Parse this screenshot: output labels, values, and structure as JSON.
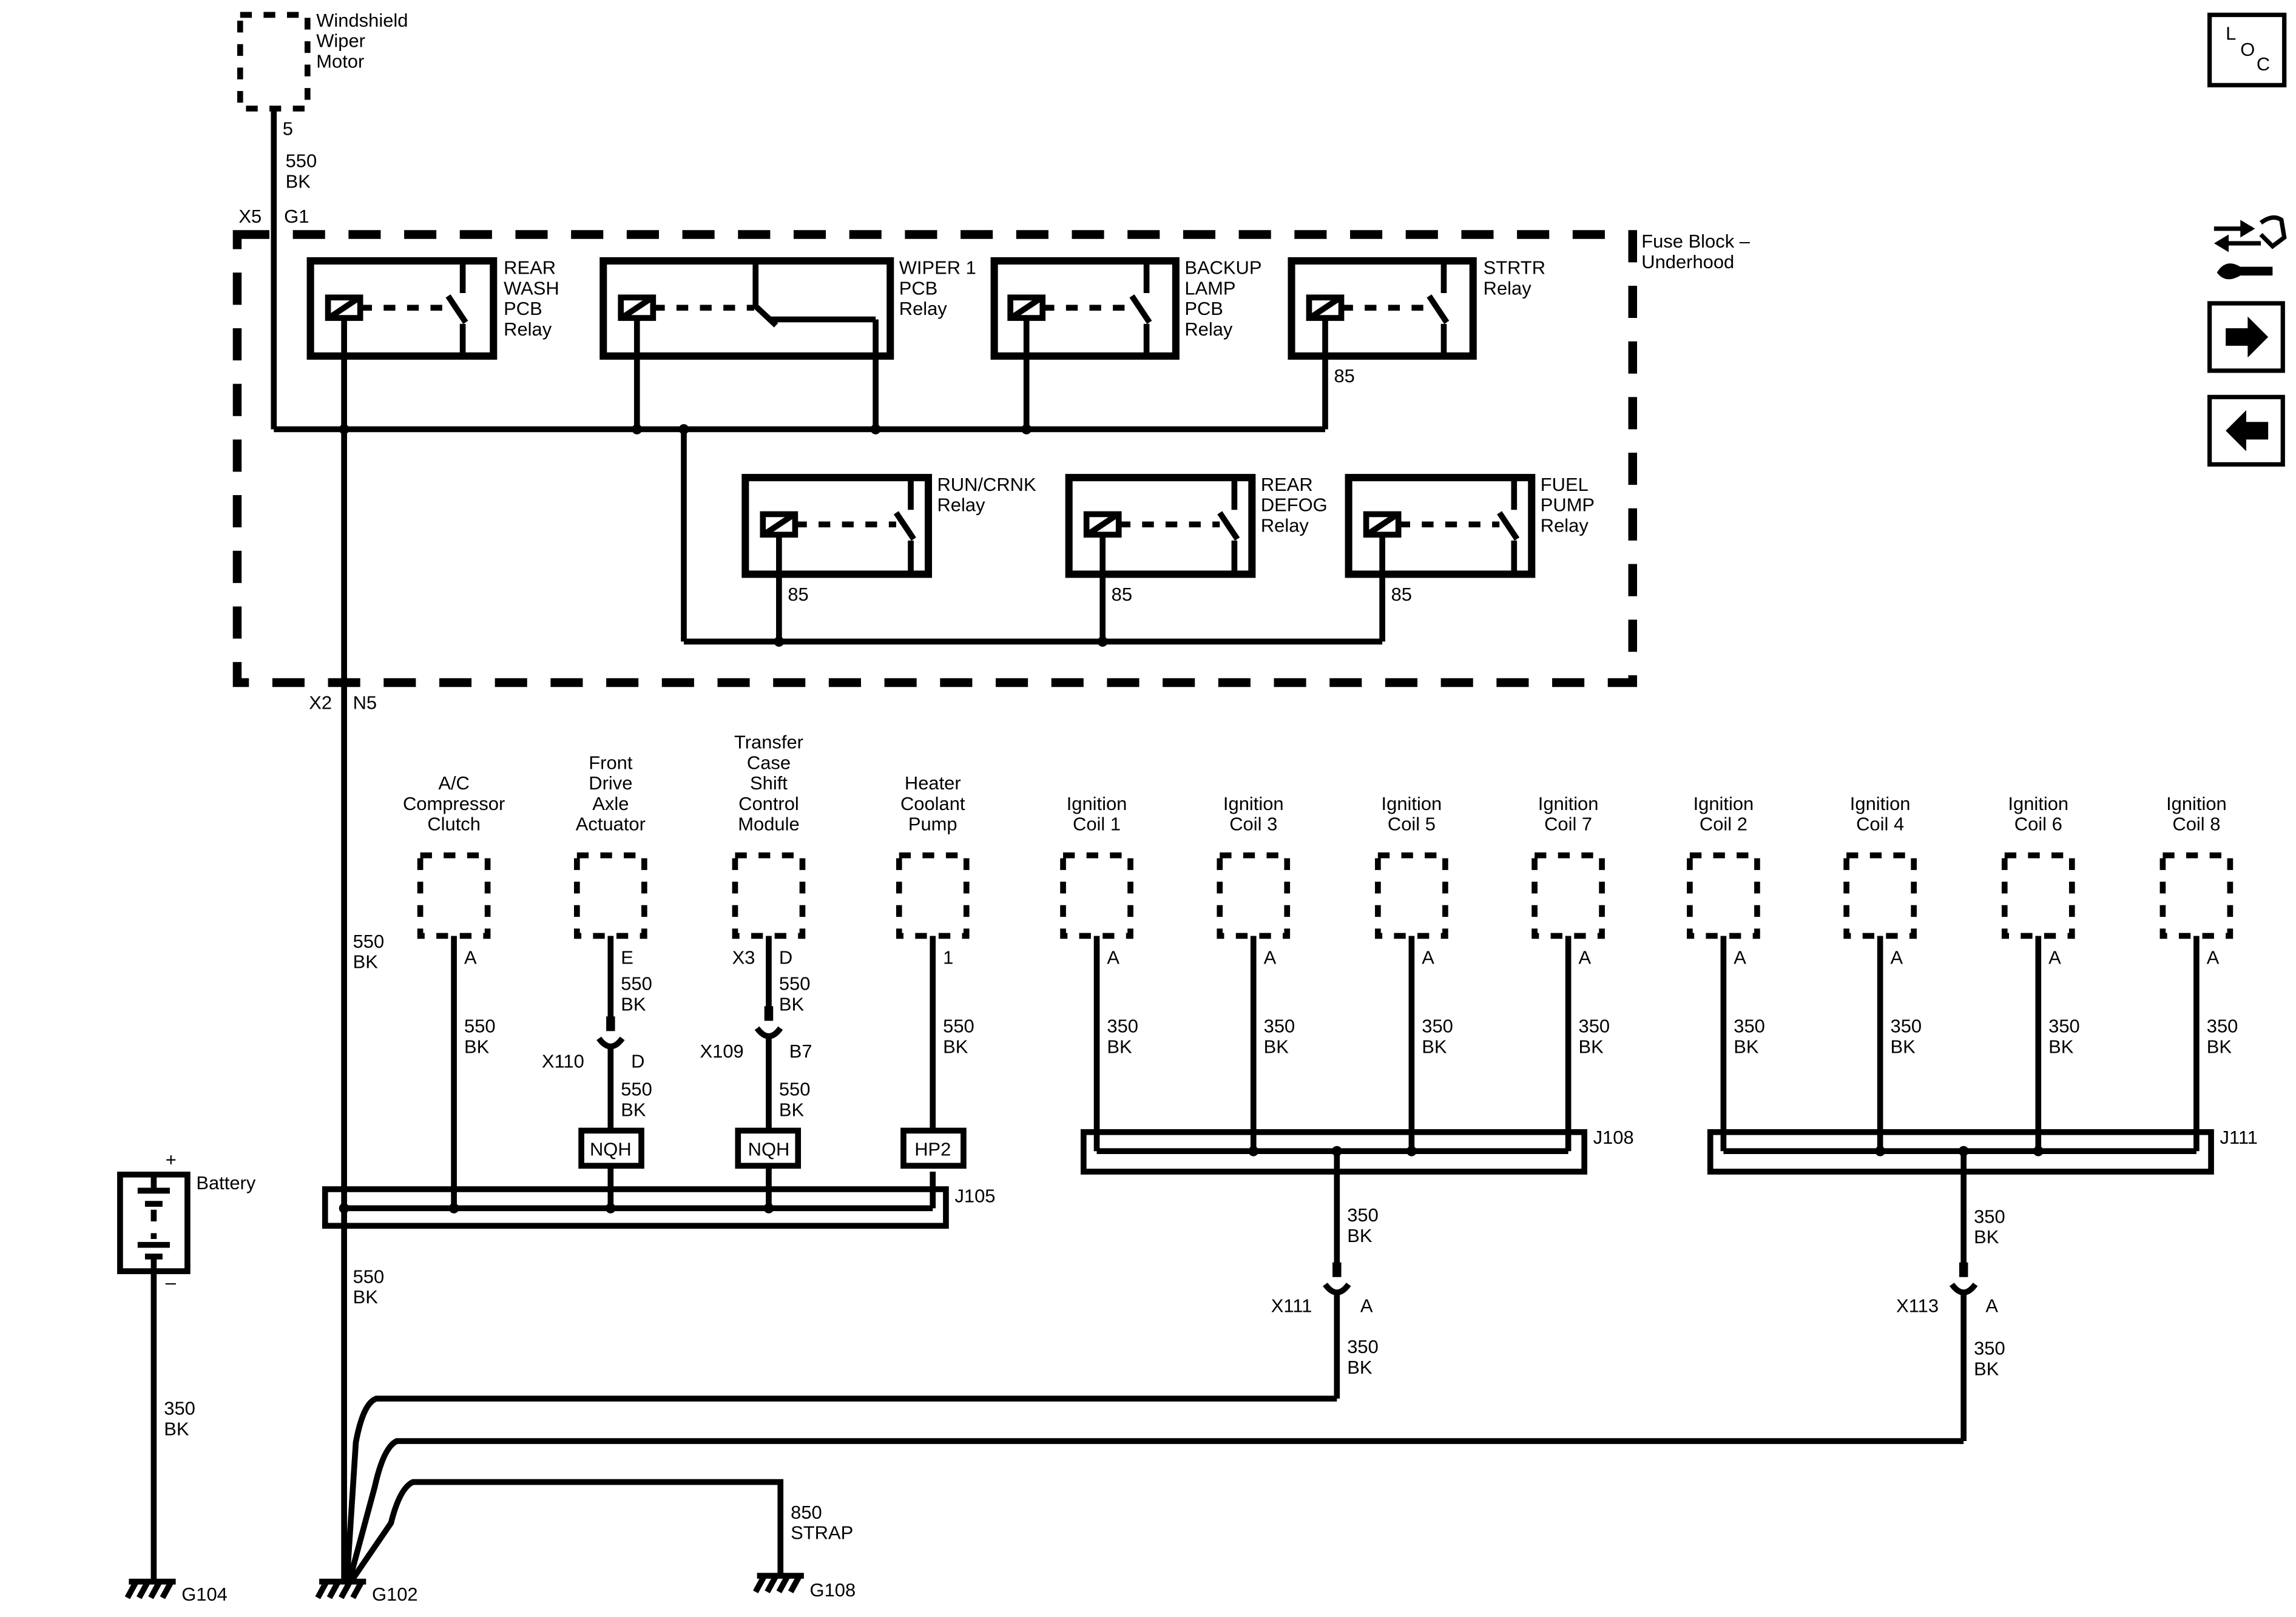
{
  "wiper_motor": {
    "lines": [
      "Windshield",
      "Wiper",
      "Motor"
    ],
    "pin": "5",
    "wire_gauge": "550",
    "wire_color": "BK"
  },
  "fuse_block": {
    "label_lines": [
      "Fuse Block –",
      "Underhood"
    ],
    "connector_top": "X5",
    "pin_top": "G1",
    "connector_bottom": "X2",
    "pin_bottom": "N5"
  },
  "relays": {
    "rear_wash": {
      "lines": [
        "REAR",
        "WASH",
        "PCB",
        "Relay"
      ]
    },
    "wiper1": {
      "lines": [
        "WIPER 1",
        "PCB",
        "Relay"
      ]
    },
    "backup": {
      "lines": [
        "BACKUP",
        "LAMP",
        "PCB",
        "Relay"
      ]
    },
    "strtr": {
      "lines": [
        "STRTR",
        "Relay"
      ],
      "pin": "85"
    },
    "run_crnk": {
      "lines": [
        "RUN/CRNK",
        "Relay"
      ],
      "pin": "85"
    },
    "rear_defog": {
      "lines": [
        "REAR",
        "DEFOG",
        "Relay"
      ],
      "pin": "85"
    },
    "fuel_pump": {
      "lines": [
        "FUEL",
        "PUMP",
        "Relay"
      ],
      "pin": "85"
    }
  },
  "main_wire": {
    "gauge": "550",
    "color": "BK"
  },
  "lower_main_wire": {
    "gauge": "550",
    "color": "BK"
  },
  "components": {
    "ac": {
      "lines": [
        "A/C",
        "Compressor",
        "Clutch"
      ],
      "pin": "A",
      "gauge": "550",
      "color": "BK"
    },
    "fda": {
      "lines": [
        "Front",
        "Drive",
        "Axle",
        "Actuator"
      ],
      "pin": "E",
      "gauge_top": "550",
      "color_top": "BK",
      "conn": "X110",
      "conn_pin": "D",
      "gauge_bot": "550",
      "color_bot": "BK",
      "box": "NQH"
    },
    "tcscm": {
      "lines": [
        "Transfer",
        "Case",
        "Shift",
        "Control",
        "Module"
      ],
      "conn_top": "X3",
      "pin": "D",
      "gauge_top": "550",
      "color_top": "BK",
      "conn": "X109",
      "conn_pin": "B7",
      "gauge_bot": "550",
      "color_bot": "BK",
      "box": "NQH"
    },
    "hcp": {
      "lines": [
        "Heater",
        "Coolant",
        "Pump"
      ],
      "pin": "1",
      "gauge": "550",
      "color": "BK",
      "box": "HP2"
    }
  },
  "coils": [
    {
      "lines": [
        "Ignition",
        "Coil 1"
      ],
      "pin": "A",
      "gauge": "350",
      "color": "BK"
    },
    {
      "lines": [
        "Ignition",
        "Coil 3"
      ],
      "pin": "A",
      "gauge": "350",
      "color": "BK"
    },
    {
      "lines": [
        "Ignition",
        "Coil 5"
      ],
      "pin": "A",
      "gauge": "350",
      "color": "BK"
    },
    {
      "lines": [
        "Ignition",
        "Coil 7"
      ],
      "pin": "A",
      "gauge": "350",
      "color": "BK"
    },
    {
      "lines": [
        "Ignition",
        "Coil 2"
      ],
      "pin": "A",
      "gauge": "350",
      "color": "BK"
    },
    {
      "lines": [
        "Ignition",
        "Coil 4"
      ],
      "pin": "A",
      "gauge": "350",
      "color": "BK"
    },
    {
      "lines": [
        "Ignition",
        "Coil 6"
      ],
      "pin": "A",
      "gauge": "350",
      "color": "BK"
    },
    {
      "lines": [
        "Ignition",
        "Coil 8"
      ],
      "pin": "A",
      "gauge": "350",
      "color": "BK"
    }
  ],
  "splices": {
    "j105": "J105",
    "j108": "J108",
    "j111": "J111"
  },
  "x111": {
    "label": "X111",
    "pin": "A",
    "gauge_top": "350",
    "color_top": "BK",
    "gauge_bot": "350",
    "color_bot": "BK"
  },
  "x113": {
    "label": "X113",
    "pin": "A",
    "gauge_top": "350",
    "color_top": "BK",
    "gauge_bot": "350",
    "color_bot": "BK"
  },
  "battery": {
    "label": "Battery",
    "plus": "+",
    "minus": "–",
    "gauge": "350",
    "color": "BK"
  },
  "strap": {
    "gauge": "850",
    "label": "STRAP"
  },
  "grounds": {
    "g104": "G104",
    "g102": "G102",
    "g108": "G108"
  },
  "nav": {
    "loc": [
      "L",
      "O",
      "C"
    ],
    "icons": [
      "diagnostic-tools-icon",
      "arrow-right-icon",
      "arrow-left-icon"
    ]
  }
}
